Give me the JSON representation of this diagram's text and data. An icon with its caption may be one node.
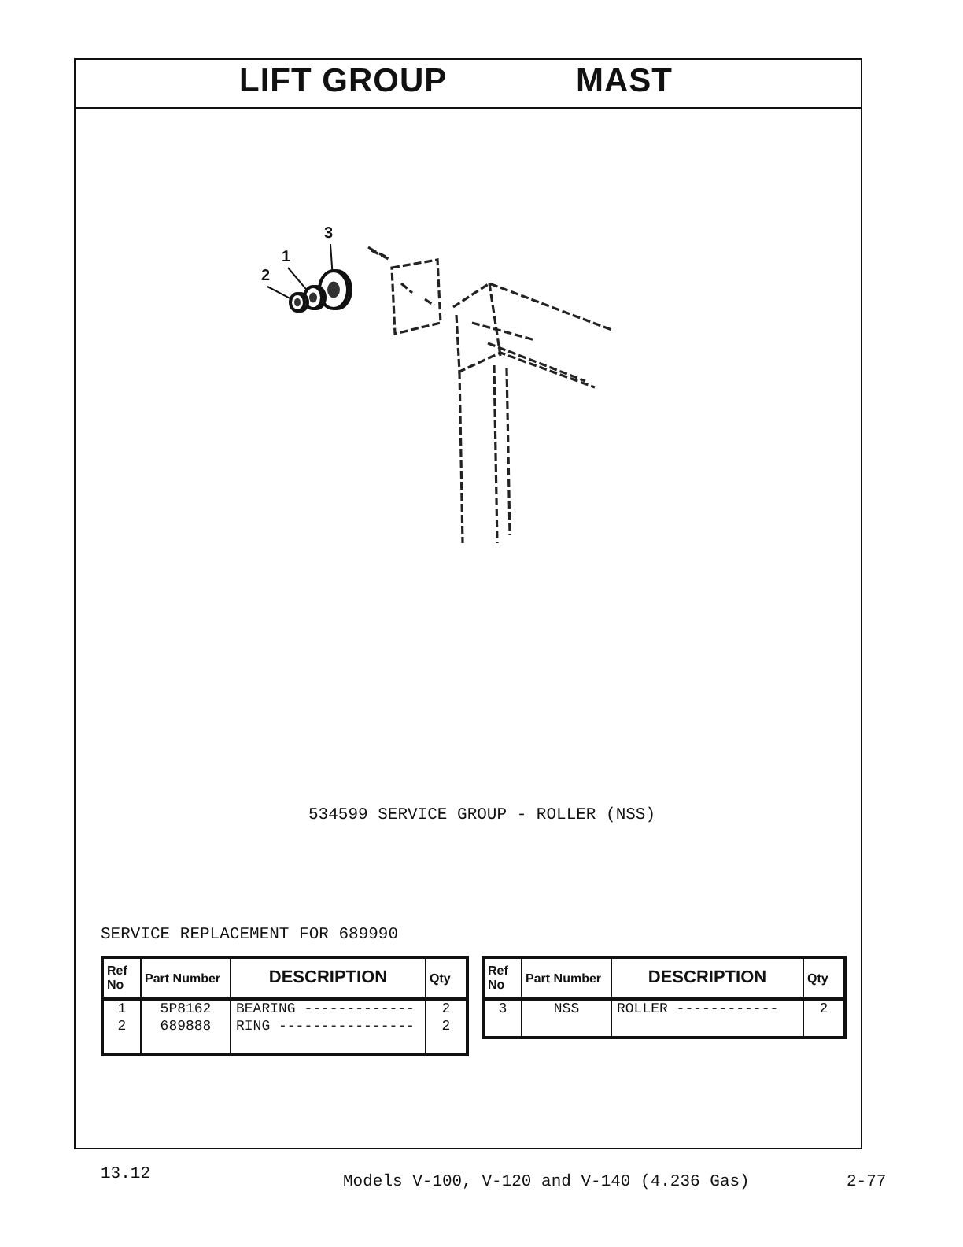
{
  "diagram": {
    "nodes": [
      {
        "text": [
          "3"
        ]
      },
      {
        "text": [
          "1"
        ]
      },
      {
        "text": [
          "2"
        ]
      },
      {
        "text": [],
        "shape": "picture"
      },
      {
        "text": [],
        "shape": "picture"
      },
      {
        "text": [],
        "shape": "picture"
      }
    ],
    "edges": [
      {
        "from": 0,
        "to": 3,
        "arrow": "none"
      },
      {
        "from": 1,
        "to": 4,
        "arrow": "none"
      },
      {
        "from": 2,
        "to": 5,
        "arrow": "none"
      }
    ],
    "labels": [
      "LIFT GROUP",
      "MAST",
      "534599 SERVICE GROUP - ROLLER (NSS)",
      "SERVICE REPLACEMENT FOR 689990",
      "Ref No",
      "Part Number",
      "DESCRIPTION",
      "Qty",
      "1",
      "5P8162",
      "BEARING -------------",
      "2",
      "2",
      "689888",
      "RING ----------------",
      "2",
      "Ref No",
      "Part Number",
      "DESCRIPTION",
      "Qty",
      "3",
      "NSS",
      "ROLLER ------------",
      "2",
      "13.12",
      "Models V-100, V-120 and V-140 (4.236 Gas)",
      "2-77"
    ]
  }
}
